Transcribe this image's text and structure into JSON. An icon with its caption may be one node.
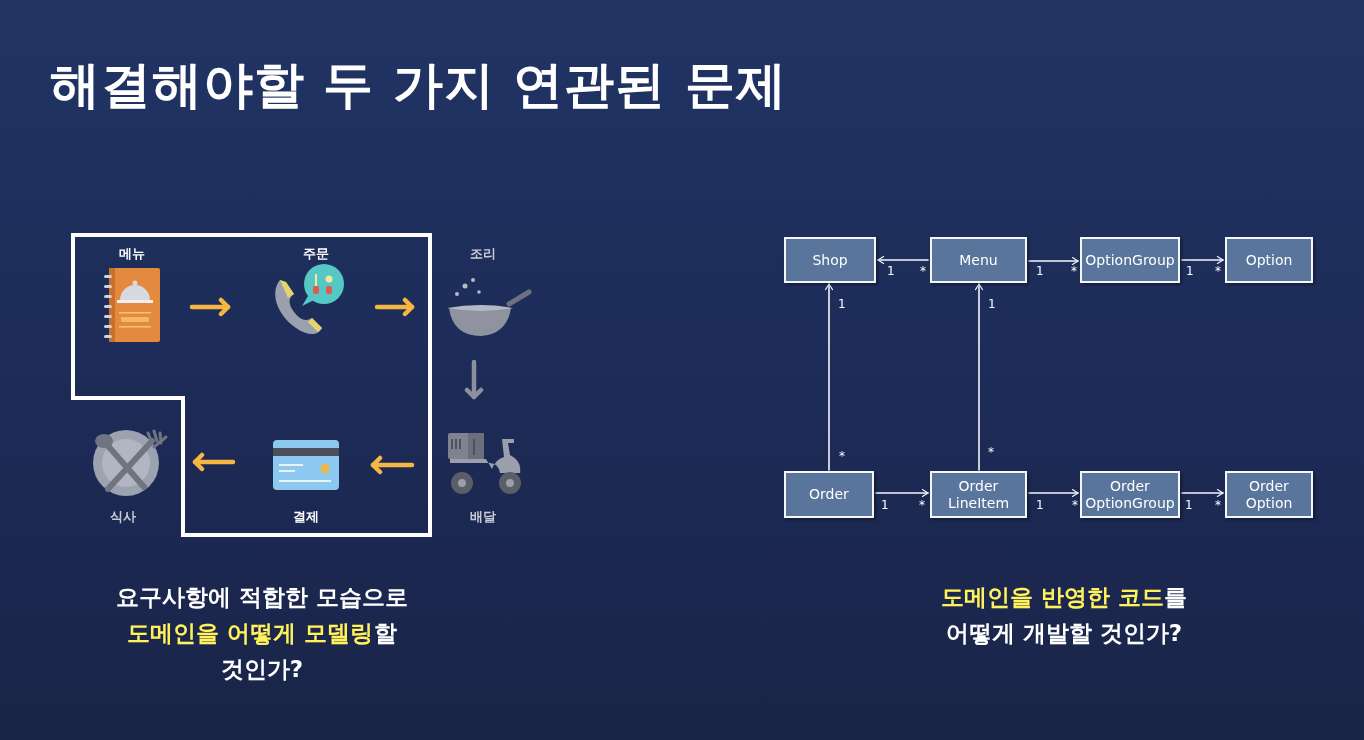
{
  "diagram": {
    "title": "해결해야할 두 가지 연관된 문제",
    "nodes": [
      {
        "text": [
          "메뉴"
        ]
      },
      {
        "text": [
          "주문"
        ]
      },
      {
        "text": [
          "조리"
        ]
      },
      {
        "text": [
          "식사"
        ]
      },
      {
        "text": [
          "결제"
        ]
      },
      {
        "text": [
          "배달"
        ]
      },
      {
        "text": [
          "Shop"
        ]
      },
      {
        "text": [
          "Menu"
        ]
      },
      {
        "text": [
          "OptionGroup"
        ]
      },
      {
        "text": [
          "Option"
        ]
      },
      {
        "text": [
          "Order"
        ]
      },
      {
        "text": [
          "Order LineItem"
        ]
      },
      {
        "text": [
          "Order OptionGroup"
        ]
      },
      {
        "text": [
          "Order Option"
        ]
      }
    ],
    "edges": [
      {
        "from": 0,
        "to": 1,
        "arrow": "to",
        "style": "thick",
        "color": "#f5b642"
      },
      {
        "from": 1,
        "to": 2,
        "arrow": "to",
        "style": "thick",
        "color": "#f5b642"
      },
      {
        "from": 2,
        "to": 5,
        "arrow": "to",
        "style": "thick",
        "color": "#8c909c"
      },
      {
        "from": 5,
        "to": 4,
        "arrow": "to",
        "style": "thick",
        "color": "#f5b642"
      },
      {
        "from": 4,
        "to": 3,
        "arrow": "to",
        "style": "thick",
        "color": "#f5b642"
      },
      {
        "from": 7,
        "to": 6,
        "arrow": "to"
      },
      {
        "from": 7,
        "to": 8,
        "arrow": "to"
      },
      {
        "from": 8,
        "to": 9,
        "arrow": "to"
      },
      {
        "from": 10,
        "to": 6,
        "arrow": "to"
      },
      {
        "from": 11,
        "to": 7,
        "arrow": "to"
      },
      {
        "from": 10,
        "to": 11,
        "arrow": "to"
      },
      {
        "from": 11,
        "to": 12,
        "arrow": "to"
      },
      {
        "from": 12,
        "to": 13,
        "arrow": "to"
      }
    ],
    "labels": [
      "1",
      "*",
      "1",
      "*",
      "1",
      "*",
      "1",
      "1",
      "*",
      "*",
      "1",
      "*",
      "1",
      "*",
      "1",
      "*",
      "요구사항에 적합한 모습으로 **도메인을 어떻게 모델링**할 것인가?",
      "**도메인을 반영한 코드**를 어떻게 개발할 것인가?"
    ]
  }
}
